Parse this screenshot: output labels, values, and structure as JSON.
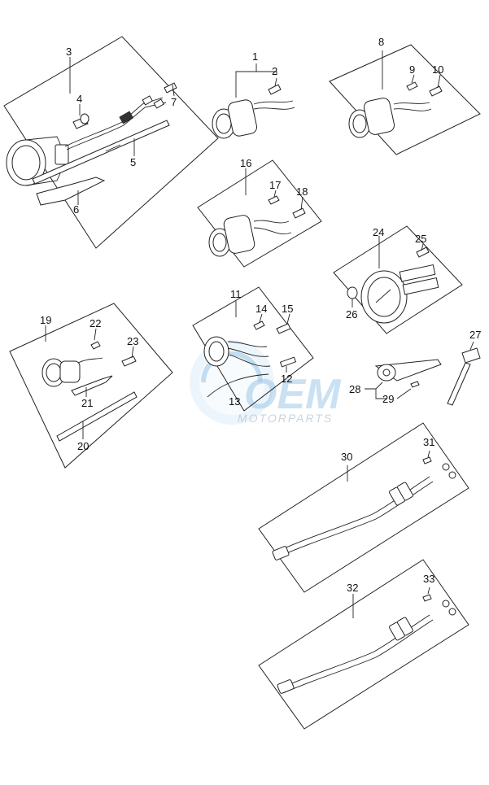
{
  "callouts": [
    "1",
    "2",
    "3",
    "4",
    "5",
    "6",
    "7",
    "8",
    "9",
    "10",
    "11",
    "12",
    "13",
    "14",
    "15",
    "16",
    "17",
    "18",
    "19",
    "20",
    "21",
    "22",
    "23",
    "24",
    "25",
    "26",
    "27",
    "28",
    "29",
    "30",
    "31",
    "32",
    "33"
  ],
  "watermark": {
    "brand": "OEM",
    "sub": "MOTORPARTS",
    "color": "#9ec9e8"
  }
}
